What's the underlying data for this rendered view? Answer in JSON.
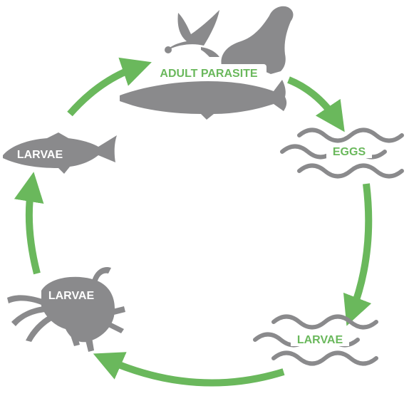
{
  "colors": {
    "arrow": "#6ab85c",
    "silhouette": "#8a8a8c",
    "label_on_silhouette": "#ffffff",
    "label_green": "#6ab85c",
    "background": "#ffffff"
  },
  "stages": [
    {
      "id": "adult",
      "label": "ADULT PARASITE",
      "icons": [
        "seabird-icon",
        "seal-icon",
        "pike-fish-icon"
      ]
    },
    {
      "id": "eggs",
      "label": "EGGS",
      "icons": [
        "water-waves-icon"
      ]
    },
    {
      "id": "larvae_water",
      "label": "LARVAE",
      "icons": [
        "water-waves-icon"
      ]
    },
    {
      "id": "larvae_crustacean",
      "label": "LARVAE",
      "icons": [
        "crustacean-icon"
      ]
    },
    {
      "id": "larvae_fish",
      "label": "LARVAE",
      "icons": [
        "small-fish-icon"
      ]
    }
  ]
}
